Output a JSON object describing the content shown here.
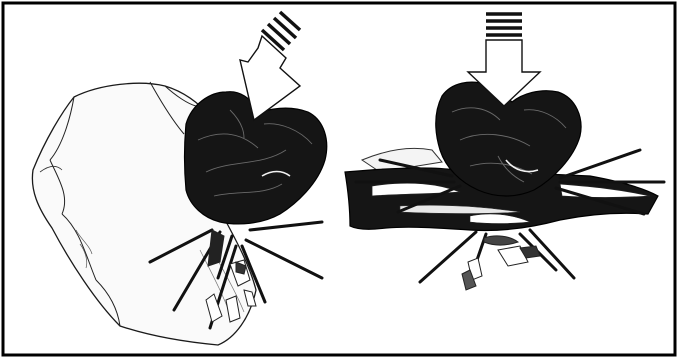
{
  "figure": {
    "panels": [
      {
        "name": "left-panel",
        "elements": [
          "pressure-arrow",
          "hammerstone",
          "flint-flake",
          "impact-lines",
          "debris-fragments"
        ]
      },
      {
        "name": "right-panel",
        "elements": [
          "pressure-arrow",
          "hammerstone",
          "flint-slab",
          "impact-lines",
          "debris-fragments"
        ]
      }
    ]
  },
  "colors": {
    "stone": "#151515",
    "stroke": "#1a1a1a",
    "paper": "#ffffff",
    "frame": "#000000",
    "flake_fill": "#fafafa"
  }
}
